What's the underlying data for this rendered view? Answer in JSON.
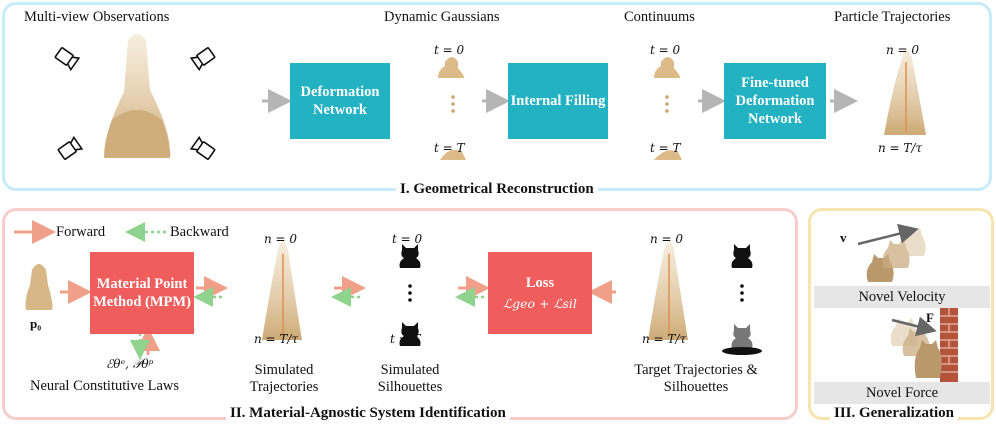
{
  "section1": {
    "title": "I. Geometrical Reconstruction",
    "multiview": "Multi-view Observations",
    "dyn_gauss": "Dynamic Gaussians",
    "continuums": "Continuums",
    "particle_traj": "Particle Trajectories",
    "deform_net": "Deformation Network",
    "internal_fill": "Internal Filling",
    "finetuned": "Fine-tuned Deformation Network",
    "t0": "t = 0",
    "tT": "t = T",
    "n0": "n = 0",
    "nT": "n = T/τ"
  },
  "section2": {
    "title": "II. Material-Agnostic System Identification",
    "forward": "Forward",
    "backward": "Backward",
    "mpm": "Material Point Method (MPM)",
    "p0": "p₀",
    "laws_sym": "ℰθᵉ, 𝒫θᵖ",
    "neural_laws": "Neural Constitutive Laws",
    "sim_traj": "Simulated Trajectories",
    "sim_sil": "Simulated Silhouettes",
    "loss": "Loss",
    "loss_eq": "ℒgeo + ℒsil",
    "target": "Target Trajectories & Silhouettes",
    "t0": "t = 0",
    "tT": "t = T",
    "n0": "n = 0",
    "nT": "n = T/τ"
  },
  "section3": {
    "title": "III. Generalization",
    "novel_velocity": "Novel Velocity",
    "novel_force": "Novel Force",
    "v": "v",
    "F": "F"
  },
  "colors": {
    "teal": "#22b2c2",
    "red": "#ef5d5d",
    "forward_arrow": "#f0a088",
    "backward_arrow": "#8fd38f",
    "gray_arrow": "#b5b5b5",
    "blue_border": "#c6ecf7",
    "pink_border": "#f7cdca",
    "yellow_border": "#f8e4ae"
  }
}
